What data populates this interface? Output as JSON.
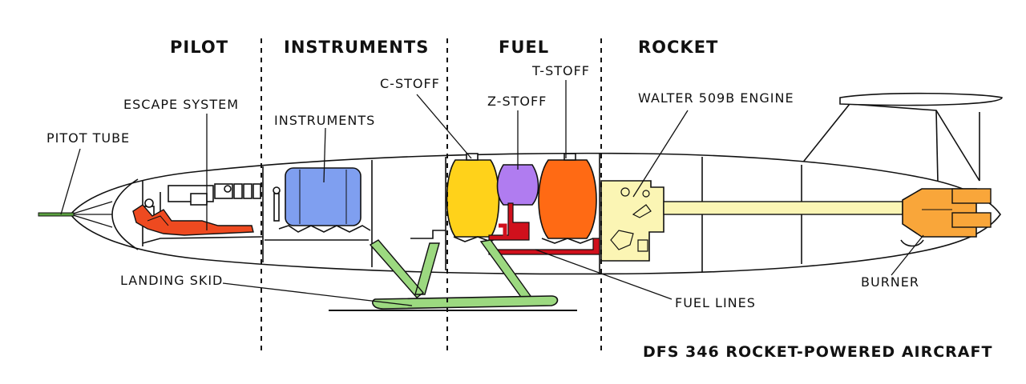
{
  "title": "DFS 346 ROCKET-POWERED AIRCRAFT",
  "sections": {
    "pilot": "PILOT",
    "instruments": "INSTRUMENTS",
    "fuel": "FUEL",
    "rocket": "ROCKET"
  },
  "labels": {
    "pitot_tube": "PITOT TUBE",
    "escape_system": "ESCAPE SYSTEM",
    "instruments": "INSTRUMENTS",
    "c_stoff": "C-STOFF",
    "z_stoff": "Z-STOFF",
    "t_stoff": "T-STOFF",
    "walter_engine": "WALTER 509B ENGINE",
    "landing_skid": "LANDING SKID",
    "fuel_lines": "FUEL LINES",
    "burner": "BURNER"
  },
  "colors": {
    "escape_system": "#ee4a20",
    "instruments": "#7f9ff0",
    "c_stoff": "#ffd21a",
    "z_stoff": "#b07cf0",
    "t_stoff": "#ff6a14",
    "fuel_lines": "#d0101c",
    "engine": "#fbf5b4",
    "burner": "#f9a63a",
    "landing_skid": "#9cd980"
  }
}
